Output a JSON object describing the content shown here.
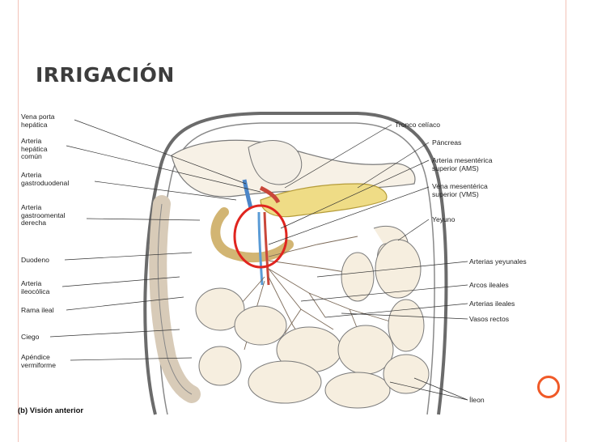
{
  "slide": {
    "title": "IRRIGACIÓN",
    "accent_color": "#f05a28",
    "frame_color": "#f3c2b8"
  },
  "figure": {
    "caption_tag": "(b)",
    "caption": "Visión anterior",
    "highlight_color": "#e0251f",
    "left_labels": [
      "Vena porta\nhepática",
      "Arteria\nhepática\ncomún",
      "Arteria\ngastroduodenal",
      "Arteria\ngastroomental\nderecha",
      "Duodeno",
      "Arteria\nileocólica",
      "Rama ileal",
      "Ciego",
      "Apéndice\nvermiforme"
    ],
    "right_labels": [
      "Tronco celíaco",
      "Páncreas",
      "Arteria mesentérica\nsuperior (AMS)",
      "Vena mesentérica\nsuperior (VMS)",
      "Yeyuno",
      "Arterias yeyunales",
      "Arcos ileales",
      "Arterias ileales",
      "Vasos rectos",
      "Íleon"
    ]
  }
}
